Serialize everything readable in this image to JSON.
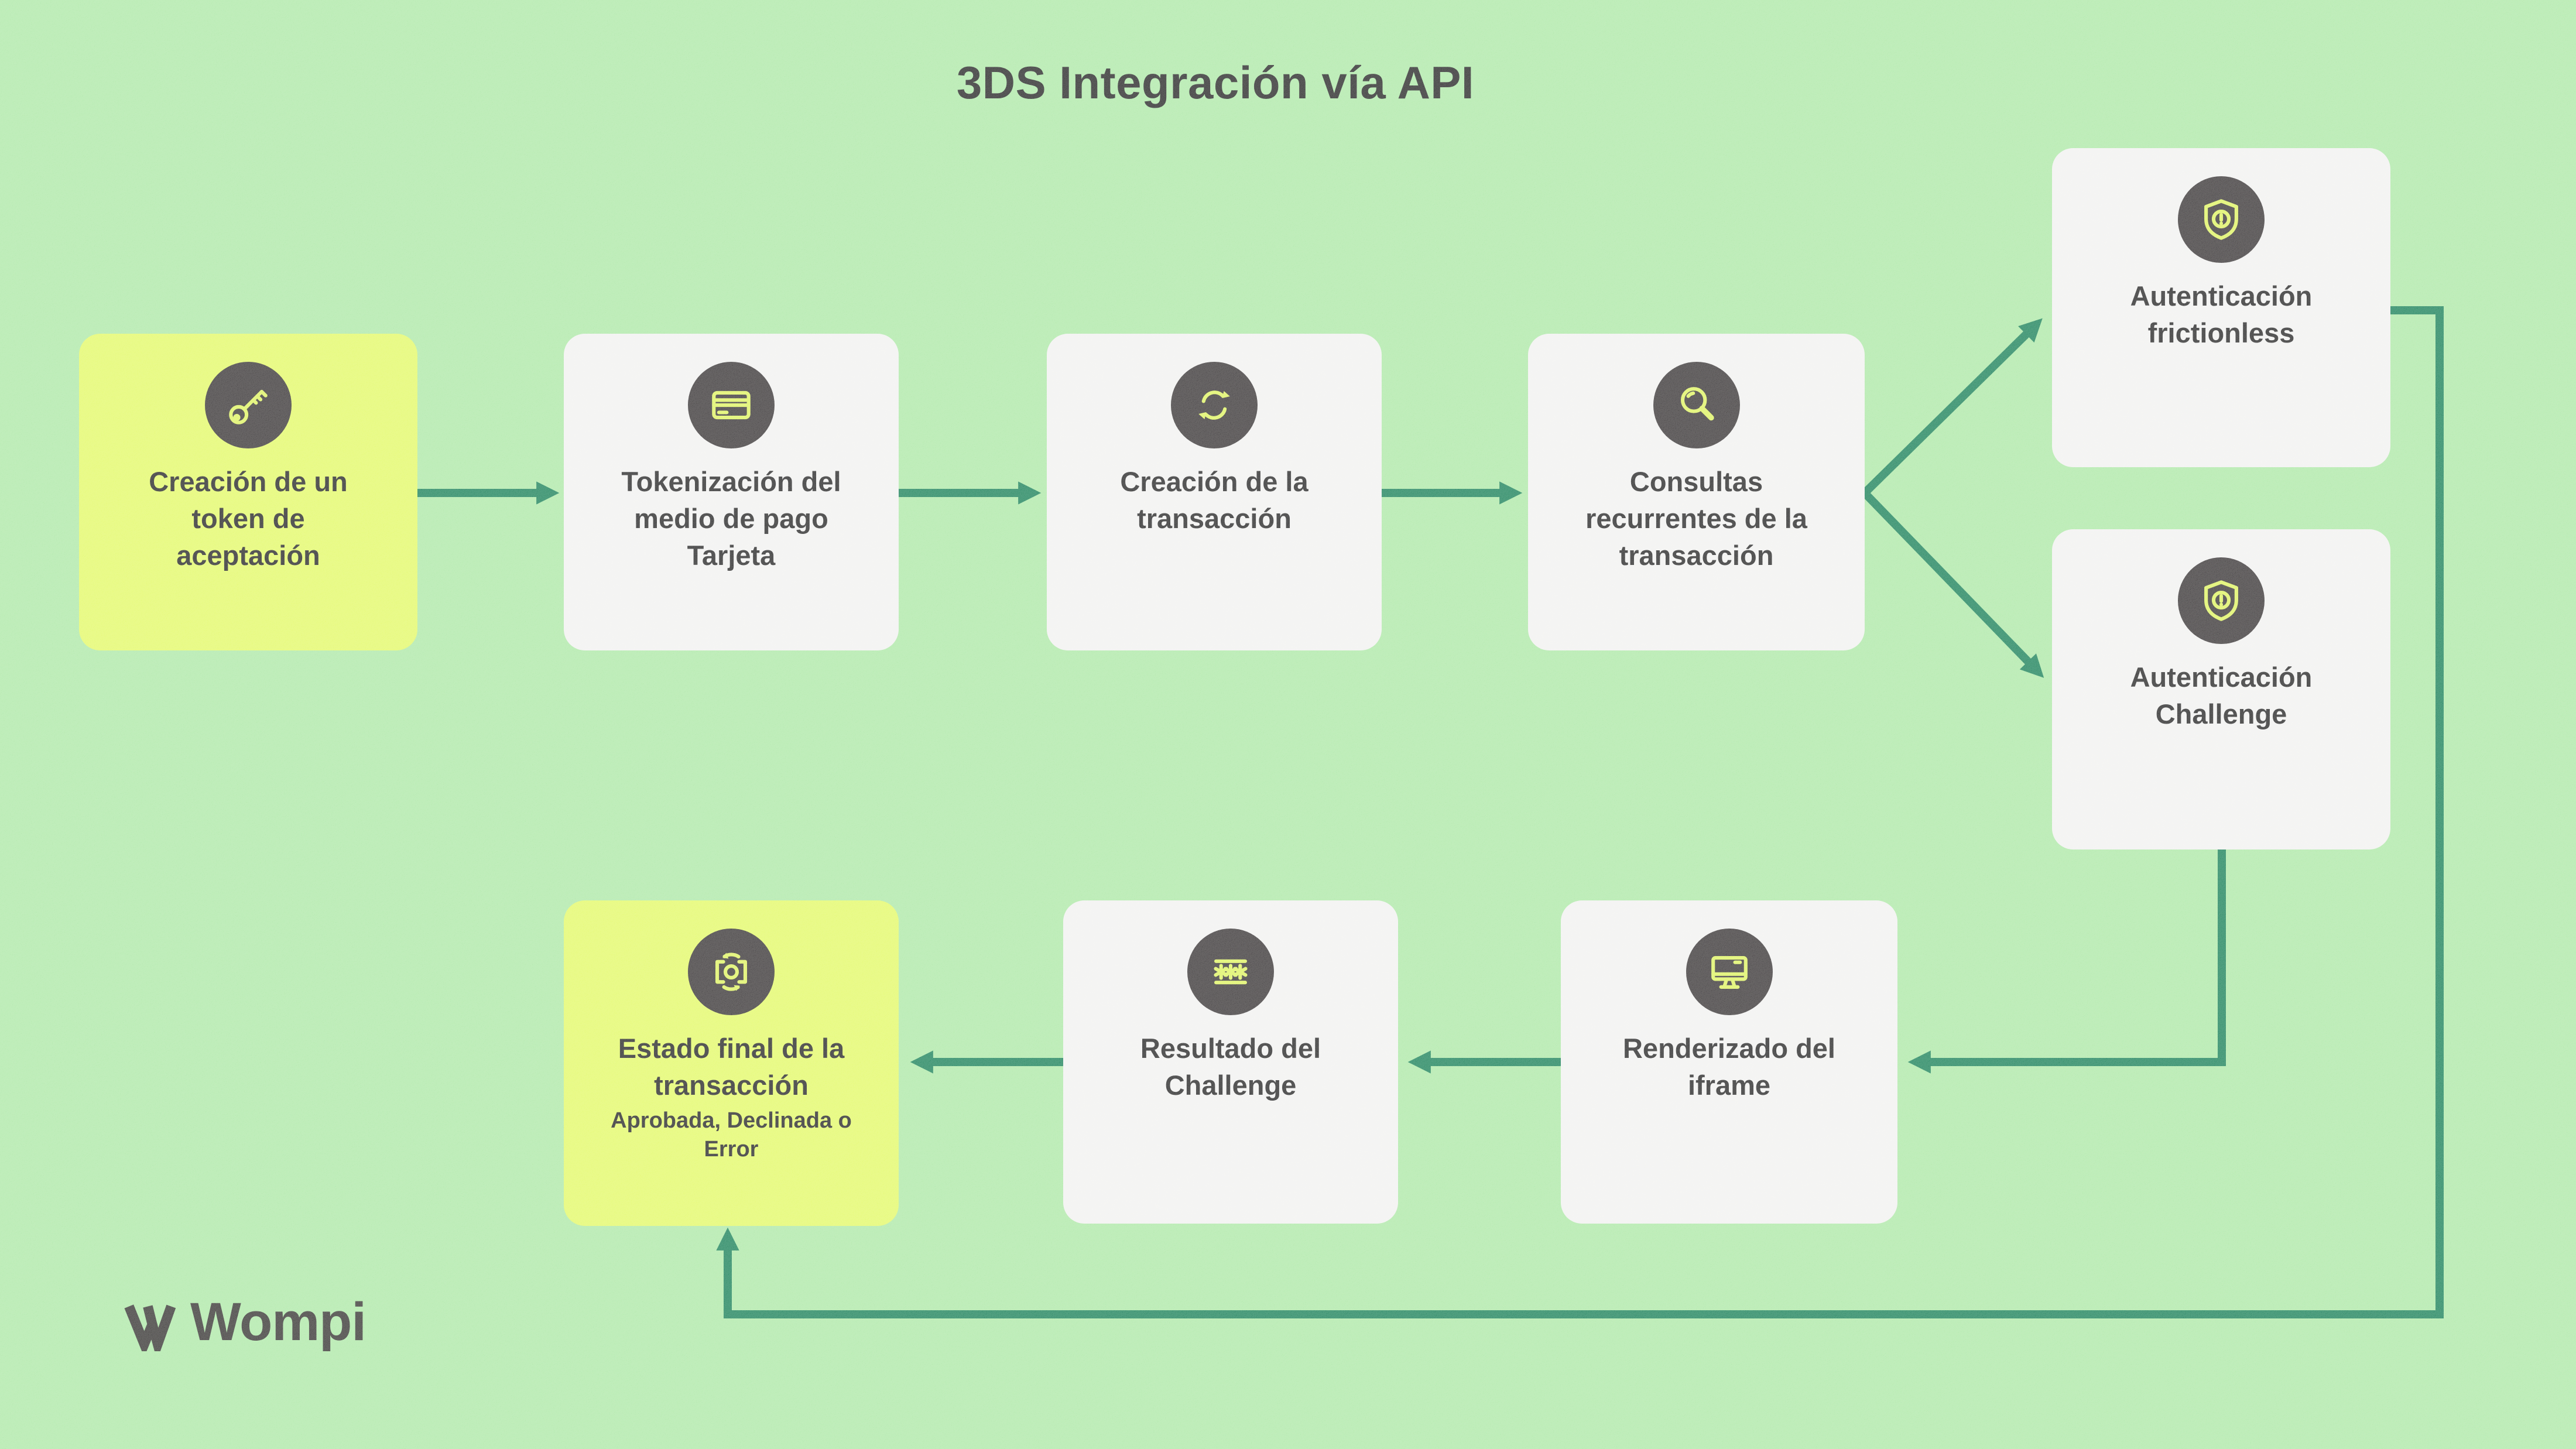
{
  "title": "3DS Integración vía API",
  "brand": {
    "name": "Wompi"
  },
  "colors": {
    "background": "#a8e7a1",
    "panel": "#f1f1ef",
    "highlight": "#e1f95e",
    "icon_circle": "#2d292a",
    "icon_stroke": "#dcf257",
    "connector": "#0d7a4f",
    "text": "#1a1a1a"
  },
  "nodes": [
    {
      "id": "token-creation",
      "icon": "key-icon",
      "variant": "yellow",
      "label": "Creación de un\ntoken de\naceptación"
    },
    {
      "id": "card-tokenization",
      "icon": "card-icon",
      "variant": "gray",
      "label": "Tokenización del\nmedio de pago\nTarjeta"
    },
    {
      "id": "transaction-creation",
      "icon": "sync-icon",
      "variant": "gray",
      "label": "Creación de la\ntransacción"
    },
    {
      "id": "recurring-queries",
      "icon": "search-icon",
      "variant": "gray",
      "label": "Consultas\nrecurrentes de la\ntransacción"
    },
    {
      "id": "frictionless-auth",
      "icon": "shield-alert-icon",
      "variant": "gray",
      "label": "Autenticación\nfrictionless"
    },
    {
      "id": "challenge-auth",
      "icon": "shield-alert-icon",
      "variant": "gray",
      "label": "Autenticación\nChallenge"
    },
    {
      "id": "final-status",
      "icon": "capture-sync-icon",
      "variant": "yellow",
      "label": "Estado final de la\ntransacción",
      "sublabel": "Aprobada, Declinada o\nError"
    },
    {
      "id": "challenge-result",
      "icon": "password-icon",
      "variant": "gray",
      "label": "Resultado del\nChallenge"
    },
    {
      "id": "iframe-render",
      "icon": "monitor-icon",
      "variant": "gray",
      "label": "Renderizado del\niframe"
    }
  ],
  "connections": [
    {
      "from": "token-creation",
      "to": "card-tokenization"
    },
    {
      "from": "card-tokenization",
      "to": "transaction-creation"
    },
    {
      "from": "transaction-creation",
      "to": "recurring-queries"
    },
    {
      "from": "recurring-queries",
      "to": "frictionless-auth"
    },
    {
      "from": "recurring-queries",
      "to": "challenge-auth"
    },
    {
      "from": "frictionless-auth",
      "to": "final-status"
    },
    {
      "from": "challenge-auth",
      "to": "iframe-render"
    },
    {
      "from": "iframe-render",
      "to": "challenge-result"
    },
    {
      "from": "challenge-result",
      "to": "final-status"
    }
  ]
}
